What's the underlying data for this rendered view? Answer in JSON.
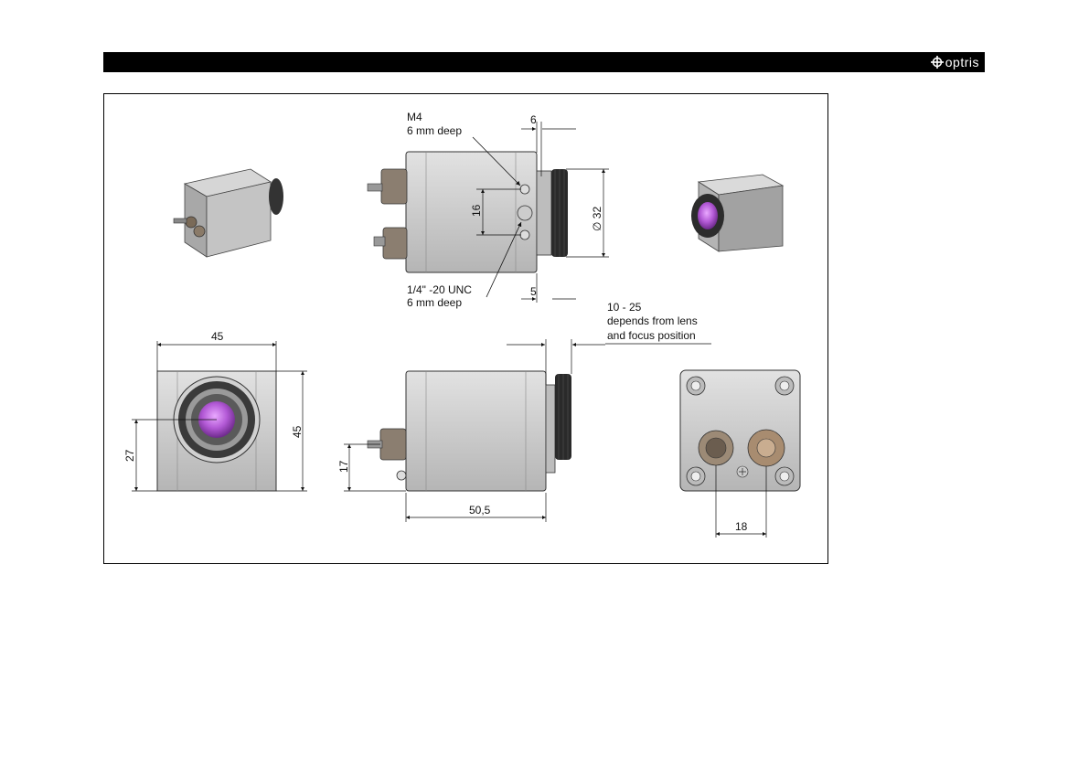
{
  "header": {
    "logo_text": "optris",
    "bar_color": "#000000"
  },
  "drawing": {
    "icons": [
      "camera-3d-rear-view",
      "camera-3d-front-view",
      "logo-mark-icon"
    ],
    "labels": {
      "m4": "M4",
      "m4_depth": "6 mm deep",
      "unc": "1/4\" -20 UNC",
      "unc_depth": "6 mm deep",
      "lens_range": "10 - 25",
      "lens_note_1": "depends from lens",
      "lens_note_2": "and focus position"
    },
    "dimensions": {
      "d6": "6",
      "d16": "16",
      "d32": "∅ 32",
      "d5": "5",
      "front_width": "45",
      "front_height": "45",
      "front_center": "27",
      "side_length": "50,5",
      "side_connector": "17",
      "rear_spacing": "18"
    },
    "colors": {
      "lens_accent": "#b35ad6",
      "housing": "#c8c8c8",
      "housing_dark": "#8a8a8a"
    }
  }
}
